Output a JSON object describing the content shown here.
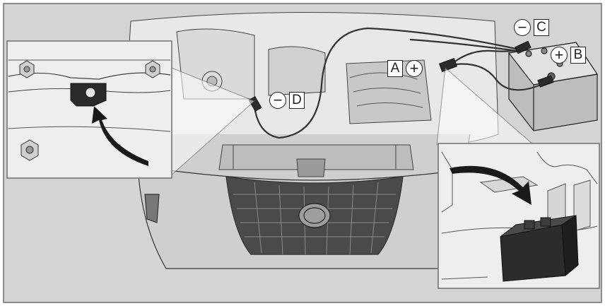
{
  "colors": {
    "background": "#d6d6d6",
    "frame": "#7a7a7a",
    "inset_bg": "#ececec",
    "line": "#2a2a2a",
    "cable": "#3a3a3a",
    "callout_bg": "#ffffff"
  },
  "callouts": {
    "a": {
      "letter": "A",
      "polarity": "+"
    },
    "b": {
      "letter": "B",
      "polarity": "+"
    },
    "c": {
      "letter": "C",
      "polarity": "−"
    },
    "d": {
      "letter": "D",
      "polarity": "−"
    }
  },
  "icons": {
    "arrow_left_inset": "curved-arrow-icon",
    "arrow_right_inset": "curved-arrow-icon"
  }
}
